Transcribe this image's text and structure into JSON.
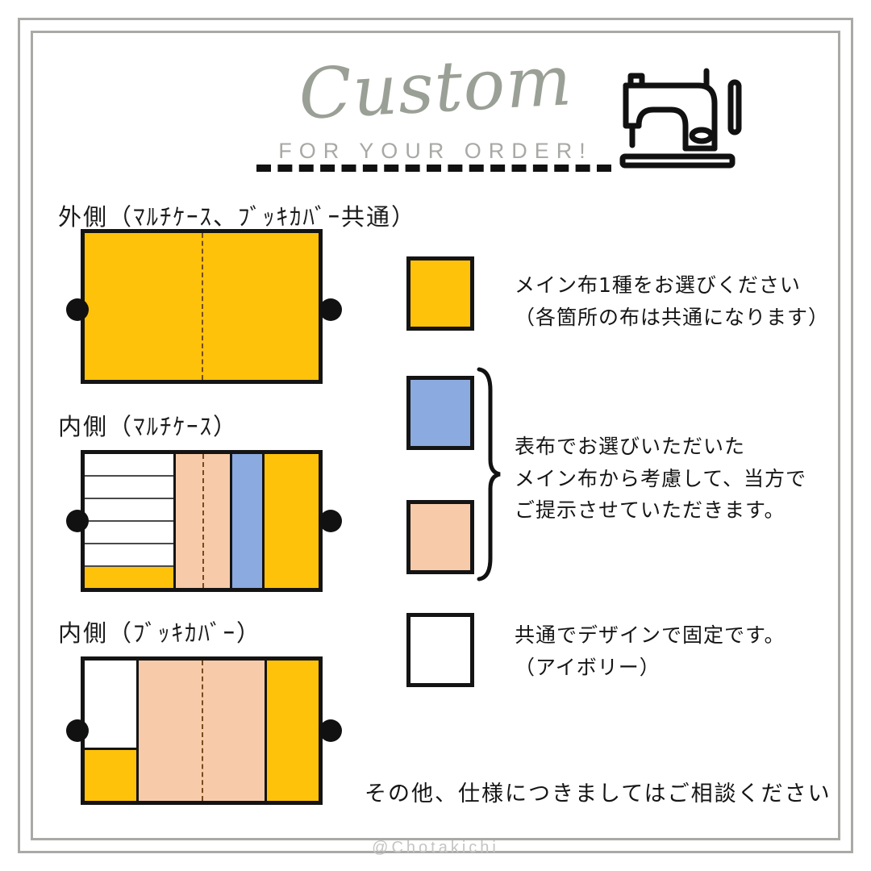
{
  "header": {
    "script_title": "Custom",
    "sub_title": "FOR YOUR ORDER!",
    "machine_icon": "sewing-machine-icon",
    "divider_icon": "dashed-divider"
  },
  "sections": {
    "outer": {
      "heading": "外側（ﾏﾙﾁｹｰｽ、ﾌﾞｯｷｶﾊﾞｰ共通）"
    },
    "multi": {
      "heading": "内側（ﾏﾙﾁｹｰｽ）"
    },
    "book": {
      "heading": "内側（ﾌﾞｯｷｶﾊﾞｰ）"
    }
  },
  "notes": {
    "main": "メイン布1種をお選びください\n（各箇所の布は共通になります）",
    "accent": "表布でお選びいただいた\nメイン布から考慮して、当方で\nご提示させていただきます。",
    "ivory": "共通でデザインで固定です。\n（アイボリー）",
    "footer": "その他、仕様につきましてはご相談ください"
  },
  "swatches": {
    "main": {
      "name": "main-fabric",
      "color": "#FFC20A"
    },
    "blue": {
      "name": "accent-fabric-blue",
      "color": "#8BAADF"
    },
    "peach": {
      "name": "accent-fabric-peach",
      "color": "#F7CBAA"
    },
    "ivory": {
      "name": "ivory-fabric",
      "color": "#FFFFFF"
    }
  },
  "colors": {
    "yellow": "#FFC20A",
    "blue": "#8BAADF",
    "peach": "#F7CBAA",
    "white": "#FFFFFF",
    "outline": "#141414",
    "frame": "#a9aaa6",
    "script": "#9aa096",
    "subtitle": "#a7a9a4",
    "fold_line": "#7a4a1e"
  },
  "watermark": "@Chotakichi"
}
